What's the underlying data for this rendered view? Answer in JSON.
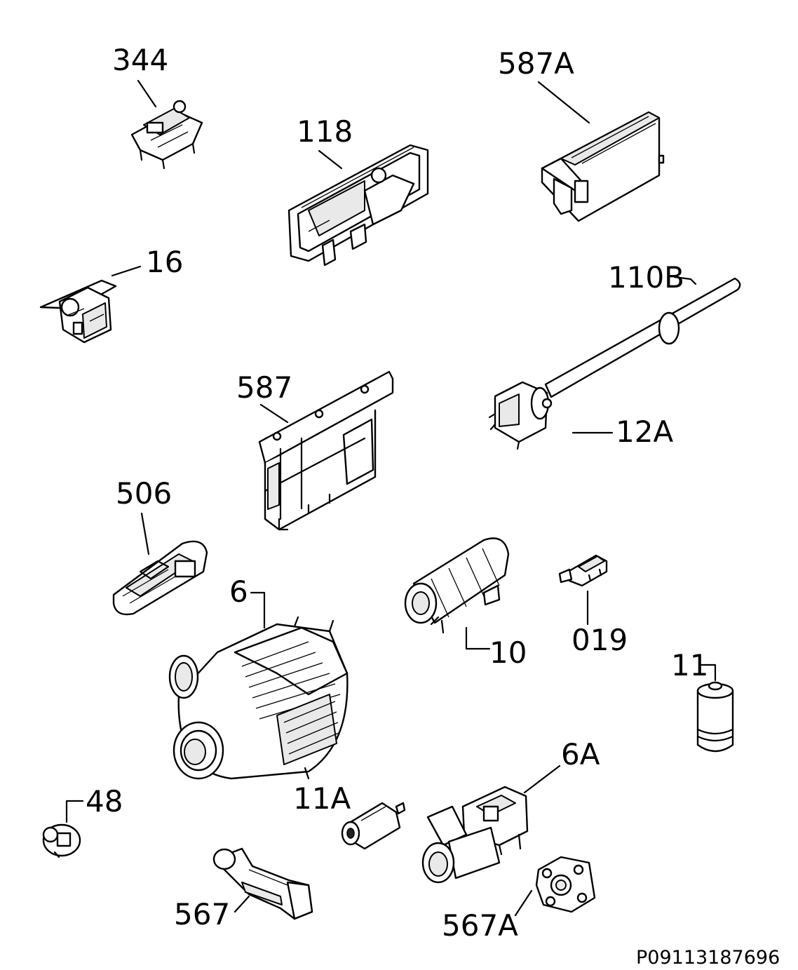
{
  "diagram": {
    "code": "P09113187696",
    "labels": {
      "l344": "344",
      "l587A": "587A",
      "l118": "118",
      "l16": "16",
      "l110B": "110B",
      "l587": "587",
      "l12A": "12A",
      "l506": "506",
      "l6": "6",
      "l10": "10",
      "l019": "019",
      "l11": "11",
      "l6A": "6A",
      "l48": "48",
      "l11A": "11A",
      "l567": "567",
      "l567A": "567A"
    }
  }
}
